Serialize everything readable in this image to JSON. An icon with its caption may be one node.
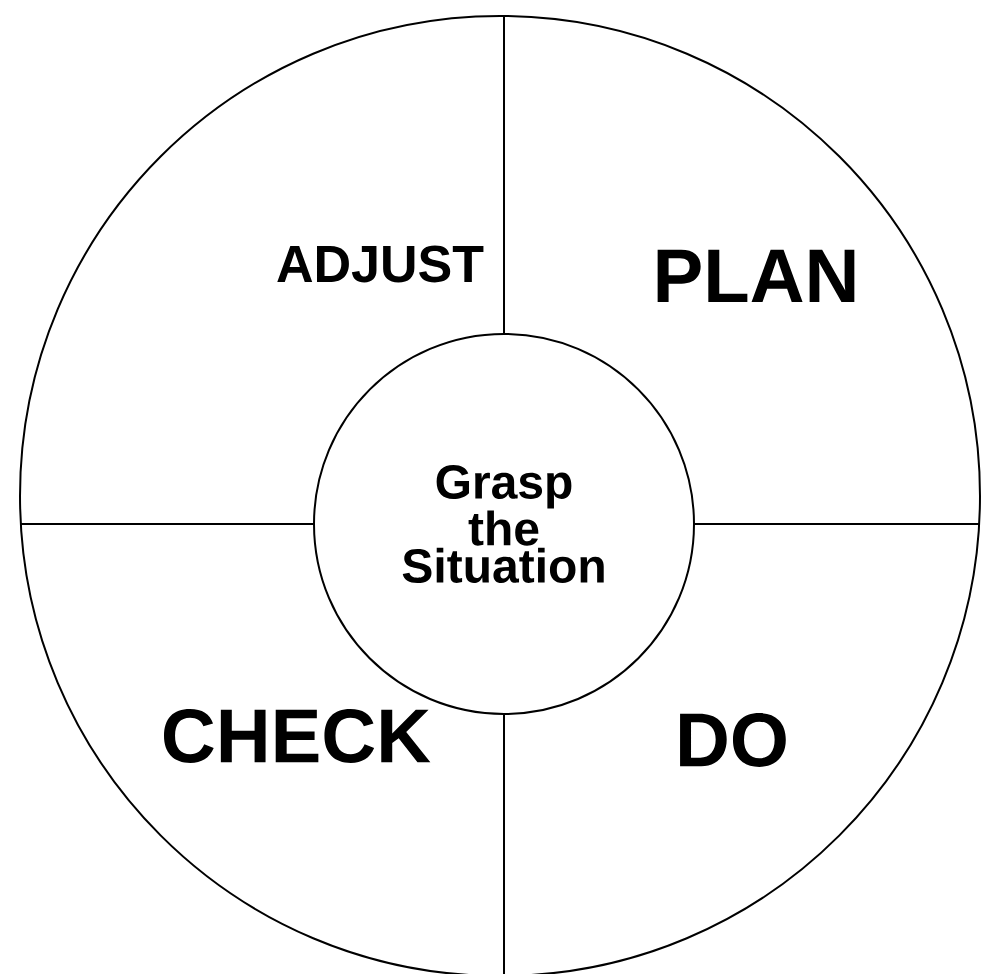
{
  "diagram": {
    "nodes": [
      {
        "text": [
          "ADJUST"
        ]
      },
      {
        "text": [
          "PLAN"
        ]
      },
      {
        "text": [
          "Grasp the Situation"
        ]
      },
      {
        "text": [
          "CHECK"
        ]
      },
      {
        "text": [
          "DO"
        ]
      }
    ]
  }
}
